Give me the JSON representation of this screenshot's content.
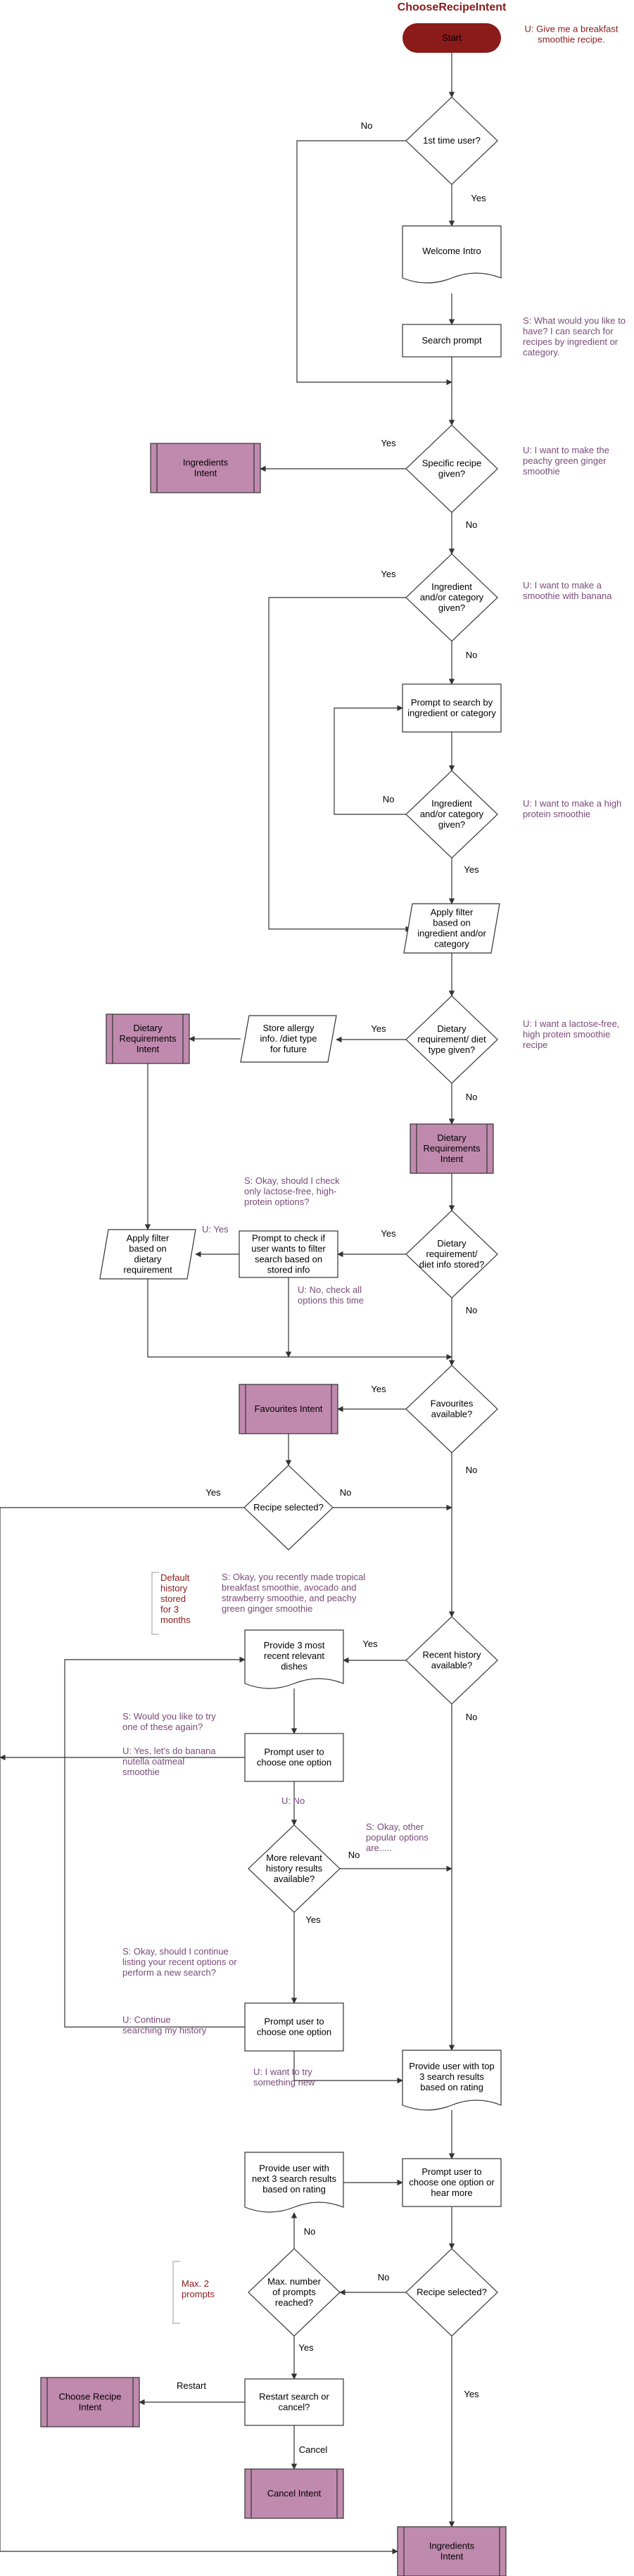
{
  "title": "ChooseRecipeIntent",
  "header_note": [
    "U: Give me a breakfast",
    "smoothie recipe."
  ],
  "nodes": {
    "start": [
      "Start"
    ],
    "first_time": [
      "1st time user?"
    ],
    "welcome": [
      "Welcome Intro"
    ],
    "search_prompt": [
      "Search prompt"
    ],
    "specific_recipe": [
      "Specific recipe",
      "given?"
    ],
    "ingredients_intent_top": [
      "Ingredients",
      "Intent"
    ],
    "ing_cat_1": [
      "Ingredient",
      "and/or category",
      "given?"
    ],
    "prompt_search": [
      "Prompt to search by",
      "ingredient or category"
    ],
    "ing_cat_2": [
      "Ingredient",
      "and/or category",
      "given?"
    ],
    "apply_filter_ing": [
      "Apply filter",
      "based on",
      "ingredient and/or",
      "category"
    ],
    "dietary_given": [
      "Dietary",
      "requirement/ diet",
      "type given?"
    ],
    "store_allergy": [
      "Store allergy",
      "info. /diet type",
      "for future"
    ],
    "dietary_intent_left": [
      "Dietary",
      "Requirements",
      "Intent"
    ],
    "dietary_intent_right": [
      "Dietary",
      "Requirements",
      "Intent"
    ],
    "dietary_stored": [
      "Dietary",
      "requirement/",
      "diet info stored?"
    ],
    "prompt_check_filter": [
      "Prompt to check if",
      "user wants to filter",
      "search based on",
      "stored info"
    ],
    "apply_filter_diet": [
      "Apply filter",
      "based on",
      "dietary",
      "requirement"
    ],
    "favourites_available": [
      "Favourites",
      "available?"
    ],
    "favourites_intent": [
      "Favourites Intent"
    ],
    "recipe_selected_1": [
      "Recipe selected?"
    ],
    "recent_history": [
      "Recent history",
      "available?"
    ],
    "provide_recent": [
      "Provide 3 most",
      "recent relevant",
      "dishes"
    ],
    "prompt_choose_1": [
      "Prompt user to",
      "choose one option"
    ],
    "more_history": [
      "More relevant",
      "history results",
      "available?"
    ],
    "prompt_choose_2": [
      "Prompt user to",
      "choose one option"
    ],
    "provide_top3": [
      "Provide user with top",
      "3 search results",
      "based on rating"
    ],
    "provide_next3": [
      "Provide user with",
      "next 3 search results",
      "based on rating"
    ],
    "prompt_choose_more": [
      "Prompt user to",
      "choose one option or",
      "hear more"
    ],
    "max_prompts": [
      "Max. number",
      "of prompts",
      "reached?"
    ],
    "recipe_selected_2": [
      "Recipe selected?"
    ],
    "restart_cancel": [
      "Restart search or",
      "cancel?"
    ],
    "choose_recipe_intent": [
      "Choose Recipe",
      "Intent"
    ],
    "cancel_intent": [
      "Cancel Intent"
    ],
    "ingredients_intent_bottom": [
      "Ingredients",
      "Intent"
    ]
  },
  "annotations": {
    "search_prompt_s": [
      "S: What would you like to",
      "have? I can search for",
      "recipes by ingredient or",
      "category."
    ],
    "specific_u": [
      "U: I want to make the",
      "peachy green ginger",
      "smoothie"
    ],
    "ing_cat_1_u": [
      "U: I want to make a",
      "smoothie with banana"
    ],
    "ing_cat_2_u": [
      "U: I want to make a high",
      "protein smoothie"
    ],
    "dietary_u": [
      "U: I want a lactose-free,",
      "high protein smoothie",
      "recipe"
    ],
    "check_s": [
      "S: Okay, should I check",
      "only lactose-free, high-",
      "protein options?"
    ],
    "check_u_yes": [
      "U: Yes"
    ],
    "check_u_no": [
      "U: No, check all",
      "options this time"
    ],
    "history_note": [
      "Default",
      "history",
      "stored",
      "for 3",
      "months"
    ],
    "recent_s": [
      "S: Okay, you recently made tropical",
      "breakfast smoothie, avocado and",
      "strawberry smoothie, and peachy",
      "green ginger smoothie"
    ],
    "try_again_s": [
      "S: Would you like to try",
      "one of these again?"
    ],
    "try_again_u": [
      "U: Yes, let's do banana",
      "nutella oatmeal",
      "smoothie"
    ],
    "u_no": [
      "U: No"
    ],
    "other_popular_s": [
      "S: Okay, other",
      "popular options",
      "are....."
    ],
    "continue_s": [
      "S: Okay, should I continue",
      "listing your recent options or",
      "perform a new search?"
    ],
    "continue_u": [
      "U: Continue",
      "searching my history"
    ],
    "new_u": [
      "U: I want to try",
      "something new"
    ],
    "max_note": [
      "Max. 2",
      "prompts"
    ]
  },
  "edge_labels": {
    "yes": "Yes",
    "no": "No",
    "restart": "Restart",
    "cancel": "Cancel"
  },
  "colors": {
    "start_fill": "#8b1a1a",
    "intent_fill": "#c08aae",
    "annotation_text": "#7a4a7a",
    "note_text": "#8b1a1a",
    "line": "#333333"
  }
}
